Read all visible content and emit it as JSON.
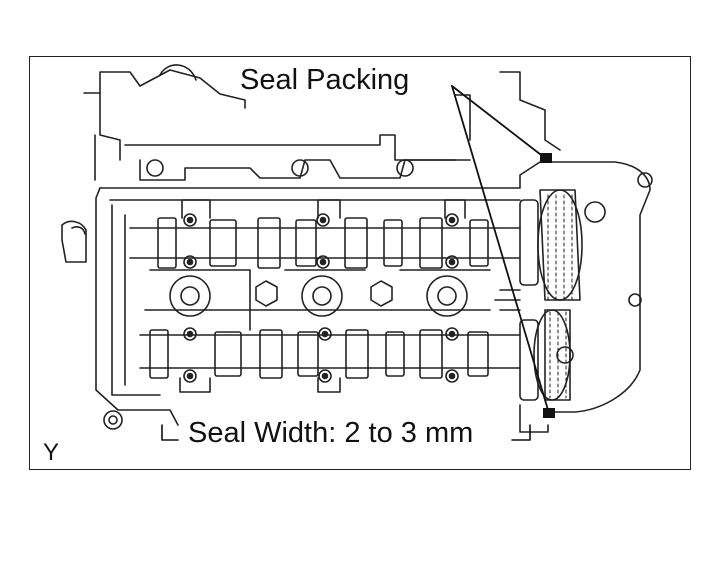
{
  "diagram": {
    "seal_packing_label": "Seal Packing",
    "seal_width_label": "Seal Width: 2 to 3 mm",
    "view_marker": "Y"
  }
}
